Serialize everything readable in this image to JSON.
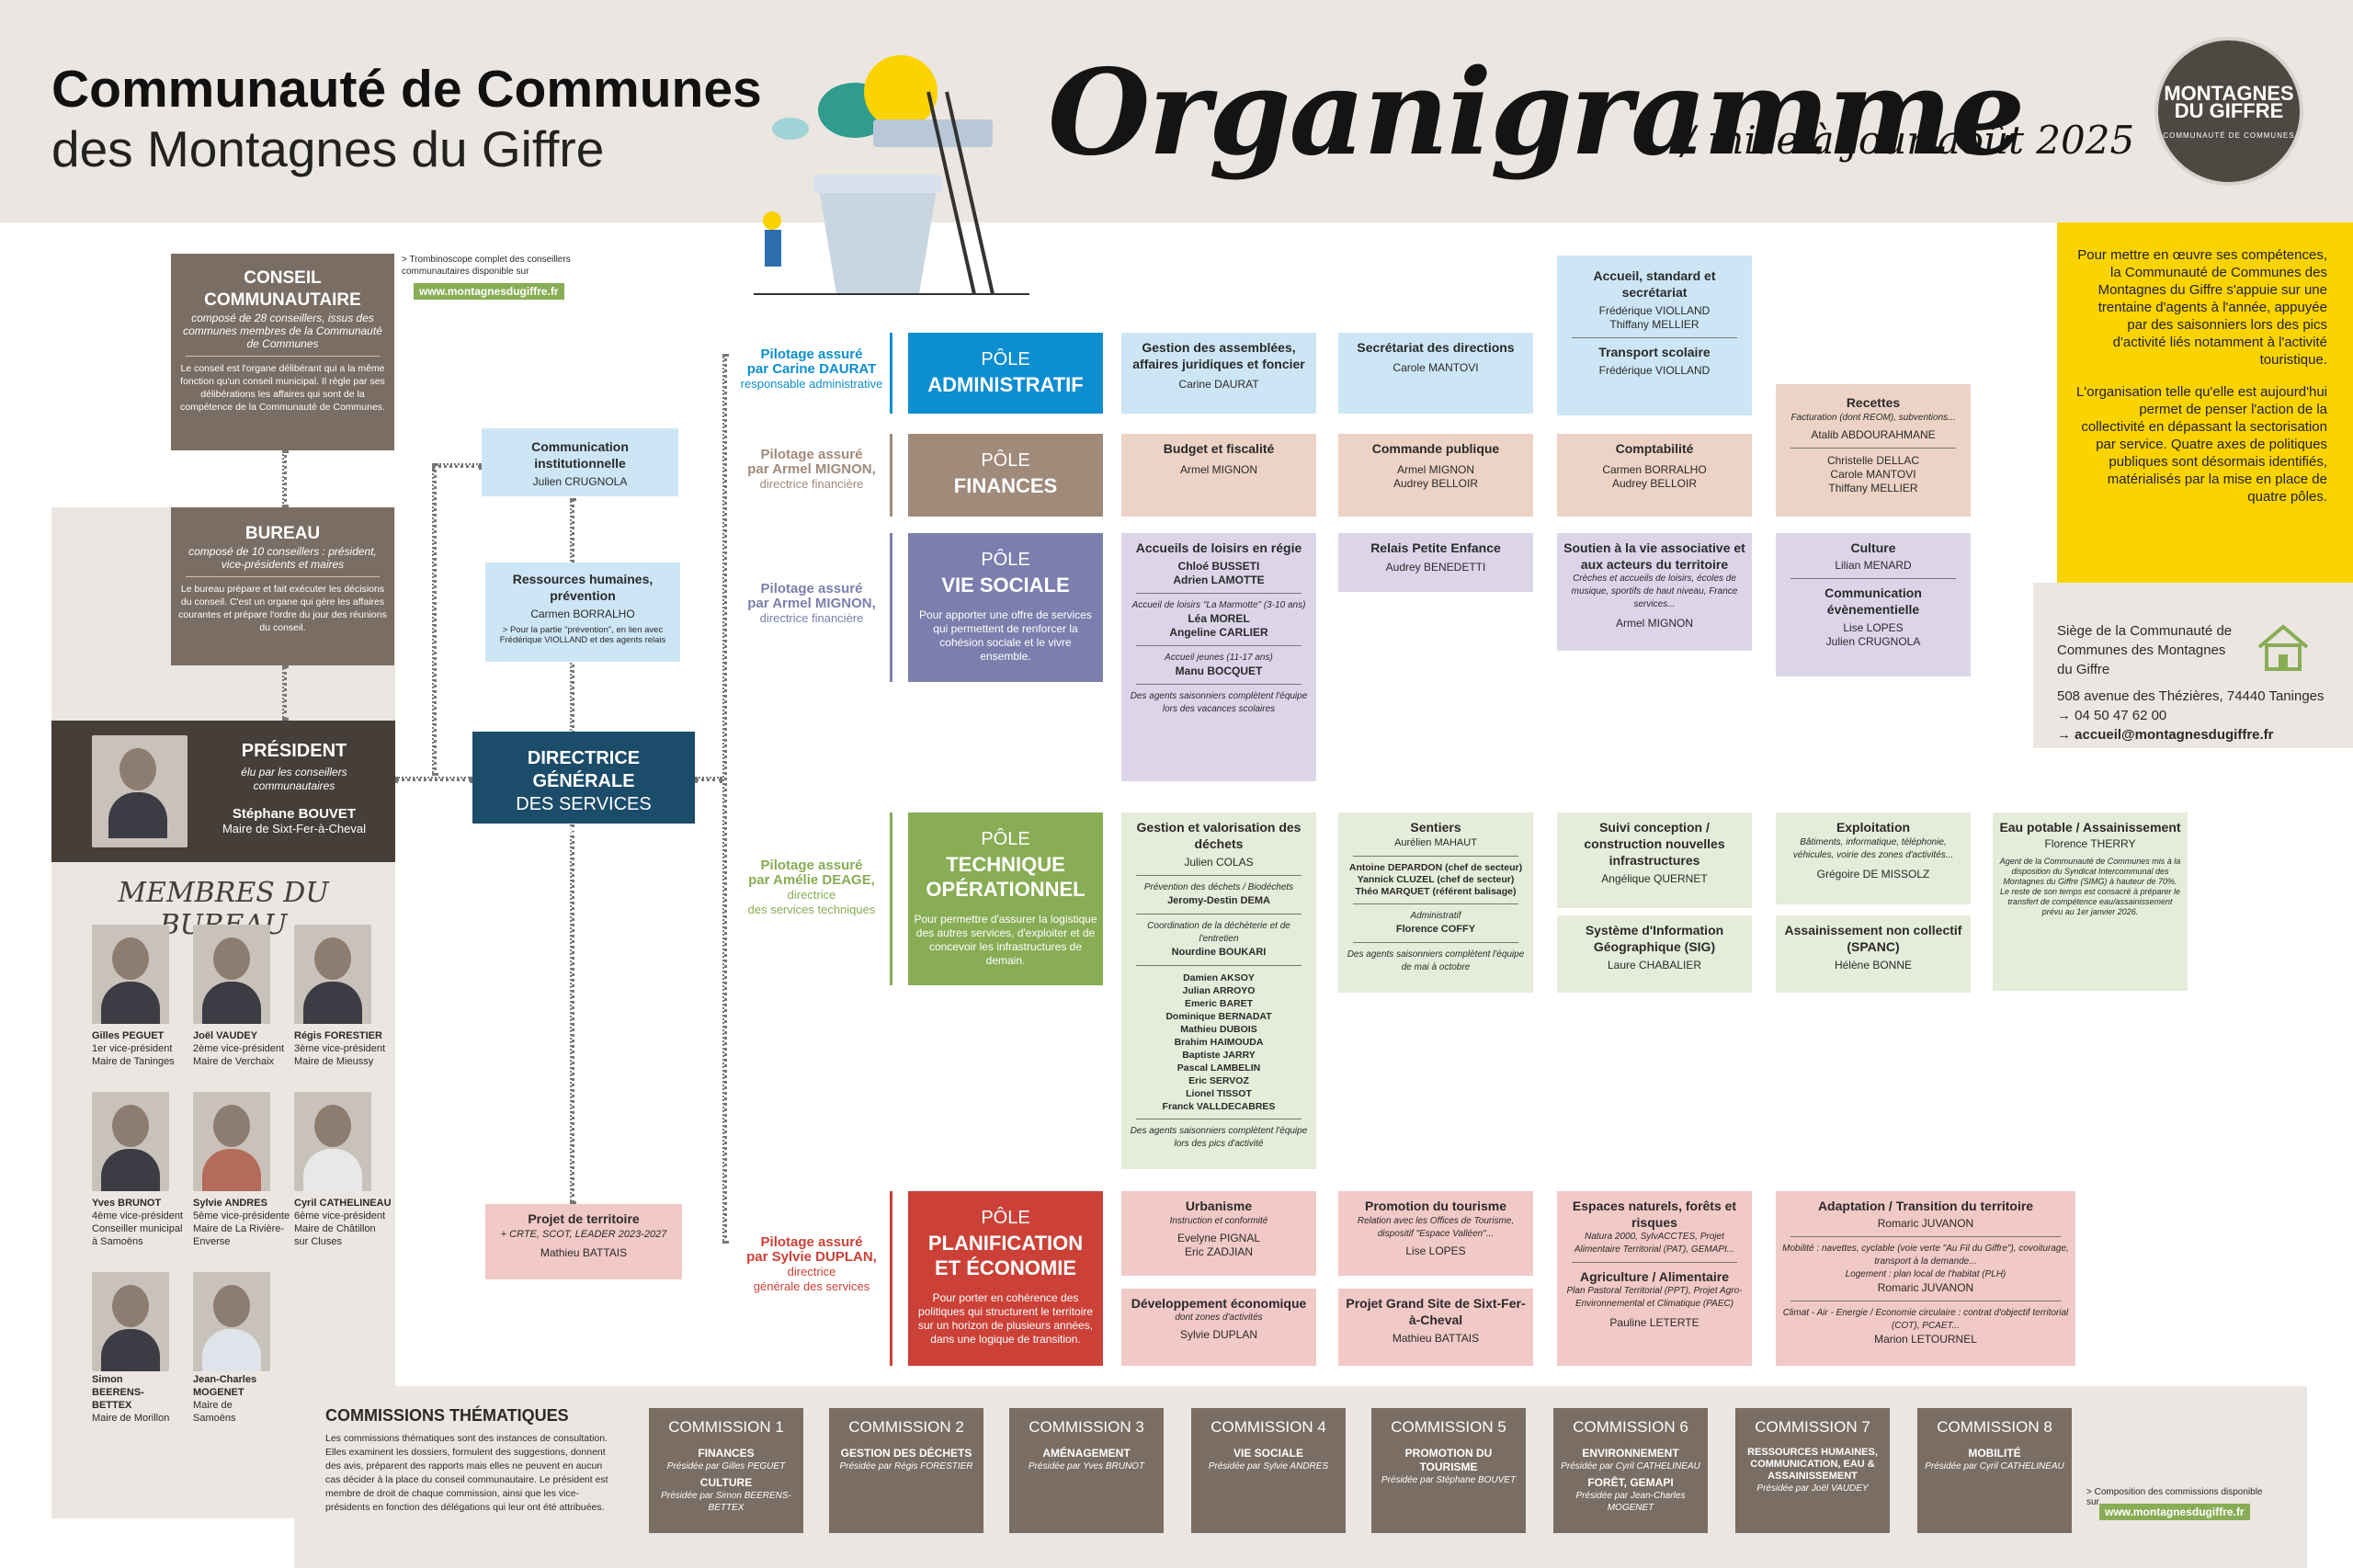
{
  "header": {
    "title_line1": "Communauté de Communes",
    "title_line2": "des Montagnes du Giffre",
    "main_title": "Organigramme",
    "update": "/ mise à jour août 2025",
    "logo_line1": "MONTAGNES",
    "logo_line2": "DU GIFFRE",
    "logo_line3": "COMMUNAUTÉ DE COMMUNES"
  },
  "conseil": {
    "title": "CONSEIL COMMUNAUTAIRE",
    "subtitle": "composé de 28 conseillers, issus des communes membres de la Communauté de Communes",
    "desc": "Le conseil est l'organe délibérant qui a la même fonction qu'un conseil municipal. Il règle par ses délibérations les affaires qui sont de la compétence de la Communauté de Communes.",
    "note": "> Trombinoscope complet des conseillers communautaires disponible sur",
    "url": "www.montagnesdugiffre.fr"
  },
  "bureau": {
    "title": "BUREAU",
    "subtitle": "composé de 10 conseillers : président, vice-présidents et maires",
    "desc": "Le bureau prépare et fait exécuter les décisions du conseil. C'est un organe qui gère les affaires courantes et prépare l'ordre du jour des réunions du conseil."
  },
  "president": {
    "title": "PRÉSIDENT",
    "subtitle": "élu par les conseillers communautaires",
    "name": "Stéphane BOUVET",
    "role": "Maire de Sixt-Fer-à-Cheval"
  },
  "membres_title": "MEMBRES DU BUREAU",
  "membres": [
    {
      "name": "Gilles PEGUET",
      "l1": "1er vice-président",
      "l2": "Maire de Taninges",
      "l3": ""
    },
    {
      "name": "Joël VAUDEY",
      "l1": "2ème vice-président",
      "l2": "Maire de Verchaix",
      "l3": ""
    },
    {
      "name": "Régis FORESTIER",
      "l1": "3ème vice-président",
      "l2": "Maire de Mieussy",
      "l3": ""
    },
    {
      "name": "Yves BRUNOT",
      "l1": "4ème vice-président",
      "l2": "Conseiller municipal",
      "l3": "à Samoëns"
    },
    {
      "name": "Sylvie ANDRES",
      "l1": "5ème vice-présidente",
      "l2": "Maire de La Rivière-",
      "l3": "Enverse"
    },
    {
      "name": "Cyril CATHELINEAU",
      "l1": "6ème vice-président",
      "l2": "Maire de Châtillon",
      "l3": "sur Cluses"
    },
    {
      "name": "Simon BEERENS-BETTEX",
      "l1": "Maire de Morillon",
      "l2": "",
      "l3": ""
    },
    {
      "name": "Jean-Charles MOGENET",
      "l1": "Maire de Samoëns",
      "l2": "",
      "l3": ""
    }
  ],
  "dgs": {
    "title1": "DIRECTRICE GÉNÉRALE",
    "title2": "DES SERVICES",
    "name": "Sylvie DUPLAN"
  },
  "support": {
    "comm_title": "Communication institutionnelle",
    "comm_name": "Julien CRUGNOLA",
    "rh_title": "Ressources humaines, prévention",
    "rh_name": "Carmen BORRALHO",
    "rh_note": "> Pour la partie \"prévention\", en lien avec Frédérique VIOLLAND et des agents relais",
    "projet_title": "Projet de territoire",
    "projet_sub": "+ CRTE, SCOT, LEADER 2023-2027",
    "projet_name": "Mathieu BATTAIS"
  },
  "pilotes": [
    {
      "l1": "Pilotage assuré",
      "l2": "par Carine DAURAT",
      "l3": "responsable administrative",
      "l4": ""
    },
    {
      "l1": "Pilotage assuré",
      "l2": "par Armel MIGNON,",
      "l3": "directrice financière",
      "l4": ""
    },
    {
      "l1": "Pilotage assuré",
      "l2": "par Armel MIGNON,",
      "l3": "directrice financière",
      "l4": ""
    },
    {
      "l1": "Pilotage assuré",
      "l2": "par Amélie DEAGE,",
      "l3": "directrice",
      "l4": "des services techniques"
    },
    {
      "l1": "Pilotage assuré",
      "l2": "par Sylvie DUPLAN,",
      "l3": "directrice",
      "l4": "générale des services"
    }
  ],
  "poles": [
    {
      "l1": "PÔLE",
      "l2": "ADMINISTRATIF",
      "desc": ""
    },
    {
      "l1": "PÔLE",
      "l2": "FINANCES",
      "desc": ""
    },
    {
      "l1": "PÔLE",
      "l2": "VIE SOCIALE",
      "desc": "Pour apporter une offre de services qui permettent de renforcer la cohésion sociale et le vivre ensemble."
    },
    {
      "l1": "PÔLE",
      "l2": "TECHNIQUE OPÉRATIONNEL",
      "desc": "Pour permettre d'assurer la logistique des autres services, d'exploiter et de concevoir les infrastructures de demain."
    },
    {
      "l1": "PÔLE",
      "l2": "PLANIFICATION ET ÉCONOMIE",
      "desc": "Pour porter en cohérence des politiques qui structurent le territoire sur un horizon de plusieurs années, dans une logique de transition."
    }
  ],
  "admin": {
    "assemblees": {
      "title": "Gestion des assemblées, affaires juridiques et foncier",
      "names": "Carine DAURAT"
    },
    "secretariat": {
      "title": "Secrétariat des directions",
      "names": "Carole MANTOVI"
    },
    "accueil": {
      "title": "Accueil, standard et secrétariat",
      "names": "Frédérique VIOLLAND\nThiffany MELLIER"
    },
    "transport": {
      "title": "Transport scolaire",
      "names": "Frédérique VIOLLAND"
    }
  },
  "finances": {
    "budget": {
      "title": "Budget et fiscalité",
      "names": "Armel MIGNON"
    },
    "commande": {
      "title": "Commande publique",
      "names": "Armel MIGNON\nAudrey BELLOIR"
    },
    "compta": {
      "title": "Comptabilité",
      "names": "Carmen BORRALHO\nAudrey BELLOIR"
    },
    "recettes": {
      "title": "Recettes",
      "sub": "Facturation (dont REOM), subventions...",
      "names1": "Atalib ABDOURAHMANE",
      "names2": "Christelle DELLAC\nCarole MANTOVI\nThiffany MELLIER"
    }
  },
  "sociale": {
    "loisirs": {
      "title": "Accueils de loisirs en régie",
      "names1": "Chloé BUSSETI\nAdrien LAMOTTE",
      "sub2": "Accueil de loisirs \"La Marmotte\" (3-10 ans)",
      "names2": "Léa MOREL\nAngeline CARLIER",
      "sub3": "Accueil jeunes (11-17 ans)",
      "names3": "Manu BOCQUET",
      "note": "Des agents saisonniers complètent l'équipe lors des vacances scolaires"
    },
    "rpe": {
      "title": "Relais Petite Enfance",
      "names": "Audrey BENEDETTI"
    },
    "asso": {
      "title": "Soutien à la vie associative et aux acteurs du territoire",
      "sub": "Crèches et accueils de loisirs, écoles de musique, sportifs de haut niveau, France services...",
      "names": "Armel MIGNON"
    },
    "culture": {
      "title": "Culture",
      "names": "Lilian MENARD"
    },
    "evenement": {
      "title": "Communication évènementielle",
      "names": "Lise LOPES\nJulien CRUGNOLA"
    }
  },
  "technique": {
    "dechets": {
      "title": "Gestion et valorisation des déchets",
      "names1": "Julien COLAS",
      "sub2": "Prévention des déchets / Biodéchets",
      "names2": "Jeromy-Destin DEMA",
      "sub3": "Coordination de la déchèterie et de l'entretien",
      "names3": "Nourdine BOUKARI",
      "names4": "Damien AKSOY\nJulian ARROYO\nEmeric BARET\nDominique BERNADAT\nMathieu DUBOIS\nBrahim HAIMOUDA\nBaptiste JARRY\nPascal LAMBELIN\nEric SERVOZ\nLionel TISSOT\nFranck VALLDECABRES",
      "note": "Des agents saisonniers complètent l'équipe lors des pics d'activité"
    },
    "sentiers": {
      "title": "Sentiers",
      "names1": "Aurélien MAHAUT",
      "names2": "Antoine DEPARDON (chef de secteur)\nYannick CLUZEL (chef de secteur)\nThéo MARQUET (référent balisage)",
      "sub3": "Administratif",
      "names3": "Florence COFFY",
      "note": "Des agents saisonniers complètent l'équipe de mai à octobre"
    },
    "suivi": {
      "title": "Suivi conception / construction nouvelles infrastructures",
      "names": "Angélique QUERNET"
    },
    "sig": {
      "title": "Système d'Information Géographique (SIG)",
      "names": "Laure CHABALIER"
    },
    "exploitation": {
      "title": "Exploitation",
      "sub": "Bâtiments, informatique, téléphonie, véhicules, voirie des zones d'activités...",
      "names": "Grégoire DE MISSOLZ"
    },
    "spanc": {
      "title": "Assainissement non collectif (SPANC)",
      "names": "Hélène BONNE"
    },
    "eau": {
      "title": "Eau potable / Assainissement",
      "names": "Florence THERRY",
      "note": "Agent de la Communauté de Communes mis à la disposition du Syndicat Intercommunal des Montagnes du Giffre (SIMG) à hauteur de 70%. Le reste de son temps est consacré à préparer le transfert de compétence eau/assainissement prévu au 1er janvier 2026."
    }
  },
  "planif": {
    "urbanisme": {
      "title": "Urbanisme",
      "sub": "Instruction et conformité",
      "names": "Evelyne PIGNAL\nEric ZADJIAN"
    },
    "devel": {
      "title": "Développement économique",
      "sub": "dont zones d'activités",
      "names": "Sylvie DUPLAN"
    },
    "tourisme": {
      "title": "Promotion du tourisme",
      "sub": "Relation avec les Offices de Tourisme, dispositif \"Espace Valléen\"...",
      "names": "Lise LOPES"
    },
    "sgsfac": {
      "title": "Projet Grand Site de Sixt-Fer-à-Cheval",
      "names": "Mathieu BATTAIS"
    },
    "espaces": {
      "title": "Espaces naturels, forêts et risques",
      "sub": "Natura 2000, SylvACCTES, Projet Alimentaire Territorial (PAT), GEMAPI...",
      "title2": "Agriculture / Alimentaire",
      "sub2": "Plan Pastoral Territorial (PPT), Projet Agro-Environnemental et Climatique (PAEC)",
      "names": "Pauline LETERTE"
    },
    "adaptation": {
      "title": "Adaptation / Transition du territoire",
      "names1": "Romaric JUVANON",
      "text1": "Mobilité : navettes, cyclable (voie verte \"Au Fil du Giffre\"), covoiturage, transport à la demande...",
      "text2": "Logement : plan local de l'habitat (PLH)",
      "names2": "Romaric JUVANON",
      "text3": "Climat - Air - Energie / Economie circulaire : contrat d'objectif territorial (COT), PCAET...",
      "names3": "Marion LETOURNEL"
    }
  },
  "yellow": {
    "p1": "Pour mettre en œuvre ses compétences, la Communauté de Communes des Montagnes du Giffre s'appuie sur une trentaine d'agents à l'année, appuyée par des saisonniers lors des pics d'activité liés notamment à l'activité touristique.",
    "p2": "L'organisation telle qu'elle est aujourd'hui permet de penser l'action de la collectivité en dépassant la sectorisation par service. Quatre axes de politiques publiques sont désormais identifiés, matérialisés par la mise en place de quatre pôles."
  },
  "siege": {
    "title": "Siège de la Communauté de Communes des Montagnes du Giffre",
    "address": "508 avenue des Thézières, 74440 Taninges",
    "phone": "→ 04 50 47 62 00",
    "email": "→ accueil@montagnesdugiffre.fr"
  },
  "commissions": {
    "title": "COMMISSIONS THÉMATIQUES",
    "desc": "Les commissions thématiques sont des instances de consultation. Elles examinent les dossiers, formulent des suggestions, donnent des avis, préparent des rapports mais elles ne peuvent en aucun cas décider à la place du conseil communautaire. Le président est membre de droit de chaque commission, ainsi que les vice-présidents en fonction des délégations qui leur ont été attribuées.",
    "note": "> Composition des commissions disponible sur",
    "url": "www.montagnesdugiffre.fr",
    "items": [
      {
        "num": "COMMISSION 1",
        "t1": "FINANCES",
        "p1": "Présidée par Gilles PEGUET",
        "t2": "CULTURE",
        "p2": "Présidée par Simon BEERENS-BETTEX"
      },
      {
        "num": "COMMISSION 2",
        "t1": "GESTION DES DÉCHETS",
        "p1": "Présidée par Régis FORESTIER",
        "t2": "",
        "p2": ""
      },
      {
        "num": "COMMISSION 3",
        "t1": "AMÉNAGEMENT",
        "p1": "Présidée par Yves BRUNOT",
        "t2": "",
        "p2": ""
      },
      {
        "num": "COMMISSION 4",
        "t1": "VIE SOCIALE",
        "p1": "Présidée par Sylvie ANDRES",
        "t2": "",
        "p2": ""
      },
      {
        "num": "COMMISSION 5",
        "t1": "PROMOTION DU TOURISME",
        "p1": "Présidée par Stéphane BOUVET",
        "t2": "",
        "p2": ""
      },
      {
        "num": "COMMISSION 6",
        "t1": "ENVIRONNEMENT",
        "p1": "Présidée par Cyril CATHELINEAU",
        "t2": "FORÊT, GEMAPI",
        "p2": "Présidée par Jean-Charles MOGENET"
      },
      {
        "num": "COMMISSION 7",
        "t1": "RESSOURCES HUMAINES, COMMUNICATION, EAU & ASSAINISSEMENT",
        "p1": "Présidée par Joël VAUDEY",
        "t2": "",
        "p2": ""
      },
      {
        "num": "COMMISSION 8",
        "t1": "MOBILITÉ",
        "p1": "Présidée par Cyril CATHELINEAU",
        "t2": "",
        "p2": ""
      }
    ]
  },
  "colors": {
    "administratif": "#0d8ed1",
    "finances": "#a08a7a",
    "vie_sociale": "#7c7fad",
    "technique": "#88ad55",
    "planification": "#cc4137",
    "yellow": "#fbd300"
  }
}
